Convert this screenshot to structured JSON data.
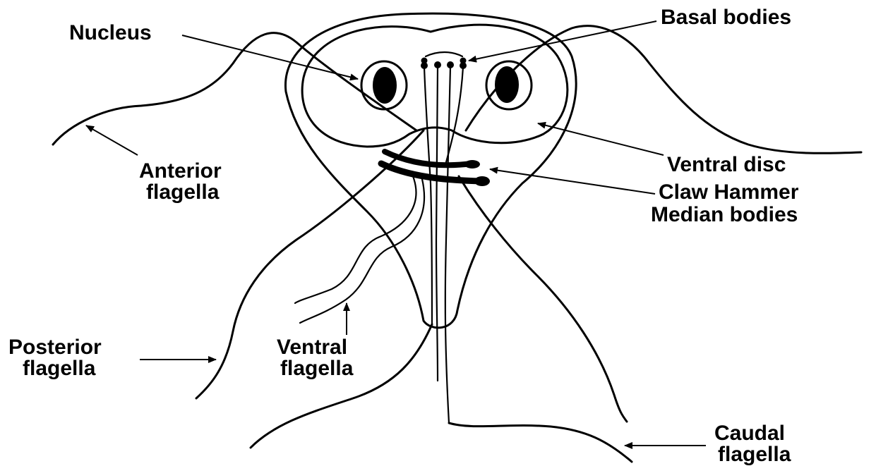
{
  "labels": {
    "nucleus": "Nucleus",
    "basal_bodies": "Basal bodies",
    "anterior_1": "Anterior",
    "anterior_2": "flagella",
    "ventral_disc": "Ventral disc",
    "claw_1": "Claw Hammer",
    "claw_2": "Median bodies",
    "posterior_1": "Posterior",
    "posterior_2": "flagella",
    "ventral_fl_1": "Ventral",
    "ventral_fl_2": "flagella",
    "caudal_1": "Caudal",
    "caudal_2": "flagella"
  },
  "colors": {
    "ink": "#000000",
    "background": "#ffffff"
  }
}
